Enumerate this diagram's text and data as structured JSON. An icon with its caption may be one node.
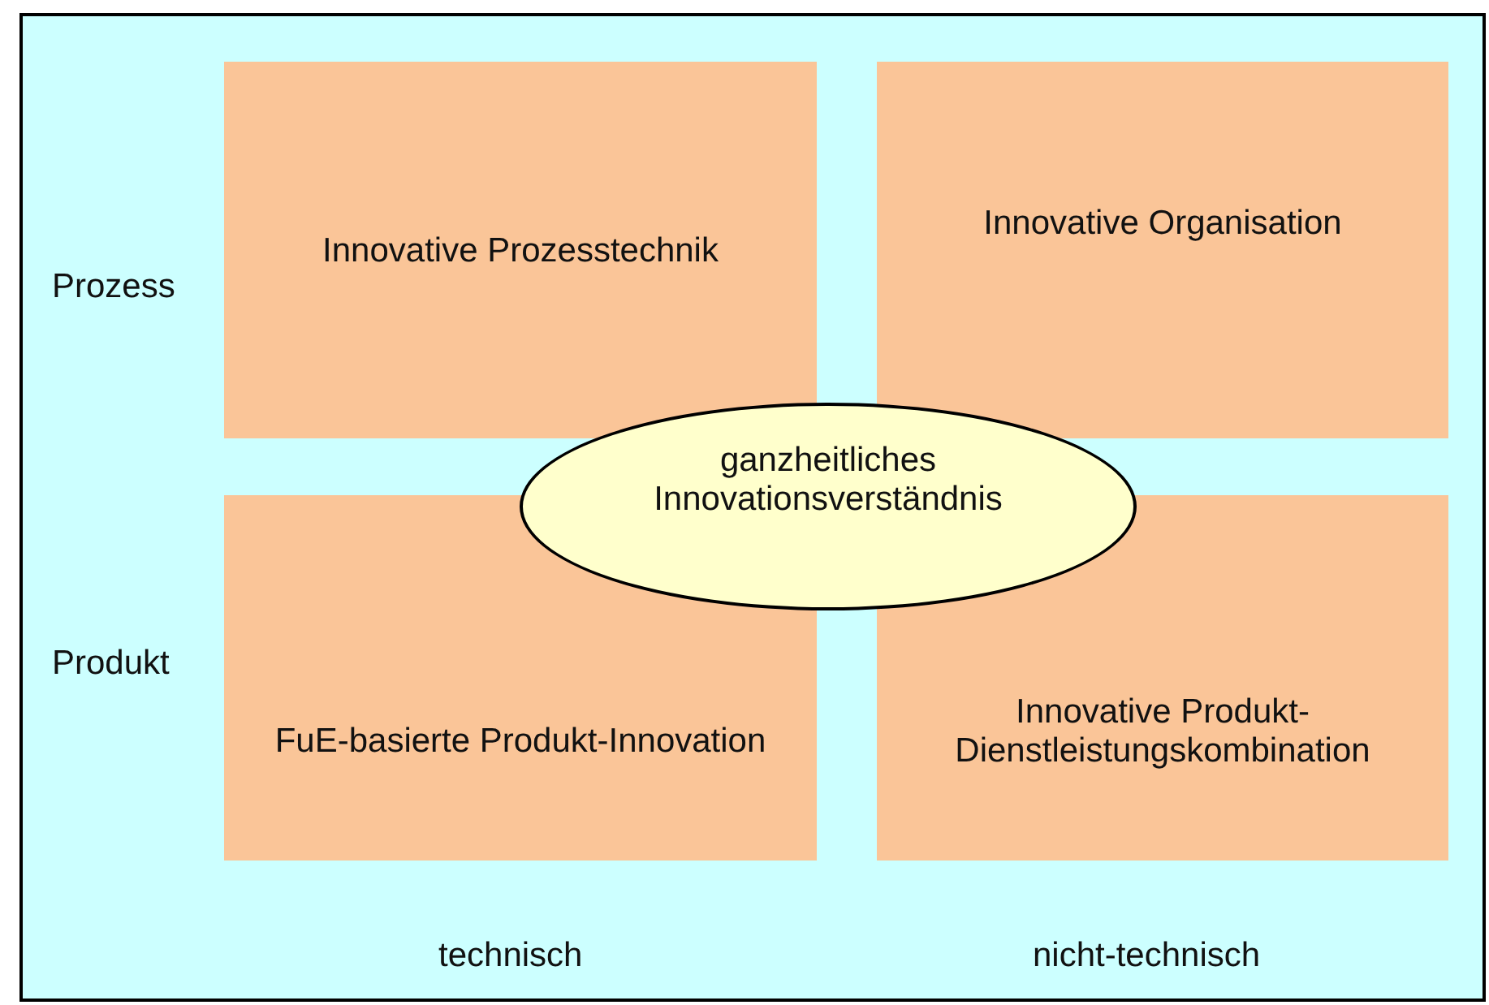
{
  "diagram": {
    "nodes": [
      {
        "text": [
          "Innovative Prozesstechnik"
        ]
      },
      {
        "text": [
          "Innovative Organisation"
        ]
      },
      {
        "text": [
          "ganzheitliches Innovationsverständnis"
        ]
      },
      {
        "text": [
          "FuE-basierte Produkt-Innovation"
        ]
      },
      {
        "text": [
          "Innovative Produkt-Dienstleistungskombination"
        ]
      }
    ],
    "edges": [],
    "labels": [
      "Prozess",
      "Produkt",
      "technisch",
      "nicht-technisch"
    ]
  }
}
